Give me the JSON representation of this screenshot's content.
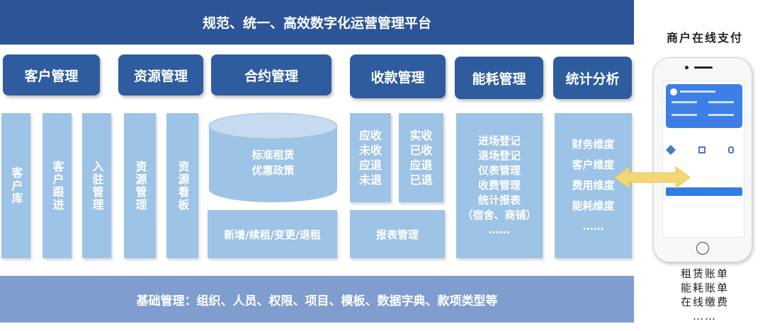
{
  "banner": "规范、统一、高效数字化运营管理平台",
  "modules": {
    "customer": {
      "title": "客户管理",
      "cols": [
        "客户库",
        "客户跟进",
        "入驻管理"
      ]
    },
    "resource": {
      "title": "资源管理",
      "cols": [
        "资源管理",
        "资源看板"
      ]
    },
    "contract": {
      "title": "合约管理",
      "cylinder": [
        "标准租赁",
        "优惠政策"
      ],
      "bottom": "新增/续租/变更/退租"
    },
    "receipt": {
      "title": "收款管理",
      "left": [
        "应收",
        "未收",
        "应退",
        "未退"
      ],
      "right": [
        "实收",
        "已收",
        "应退",
        "已退"
      ],
      "bottom": "报表管理"
    },
    "energy": {
      "title": "能耗管理",
      "items": [
        "进场登记",
        "退场登记",
        "仪表管理",
        "收费管理",
        "统计报表",
        "（宿舍、商铺）",
        "……"
      ]
    },
    "stats": {
      "title": "统计分析",
      "items": [
        "财务维度",
        "客户维度",
        "费用维度",
        "能耗维度",
        "……"
      ]
    }
  },
  "base": "基础管理：组织、人员、权限、项目、模板、数据字典、款项类型等",
  "side": {
    "title": "商户在线支付",
    "list": [
      "租赁账单",
      "能耗账单",
      "在线缴费",
      "……"
    ]
  },
  "colors": {
    "banner": "#2d5496",
    "header": "#2e5c9e",
    "column": "#9dc3e6",
    "base": "#7f9dcf",
    "arrow": "#f2d774"
  }
}
